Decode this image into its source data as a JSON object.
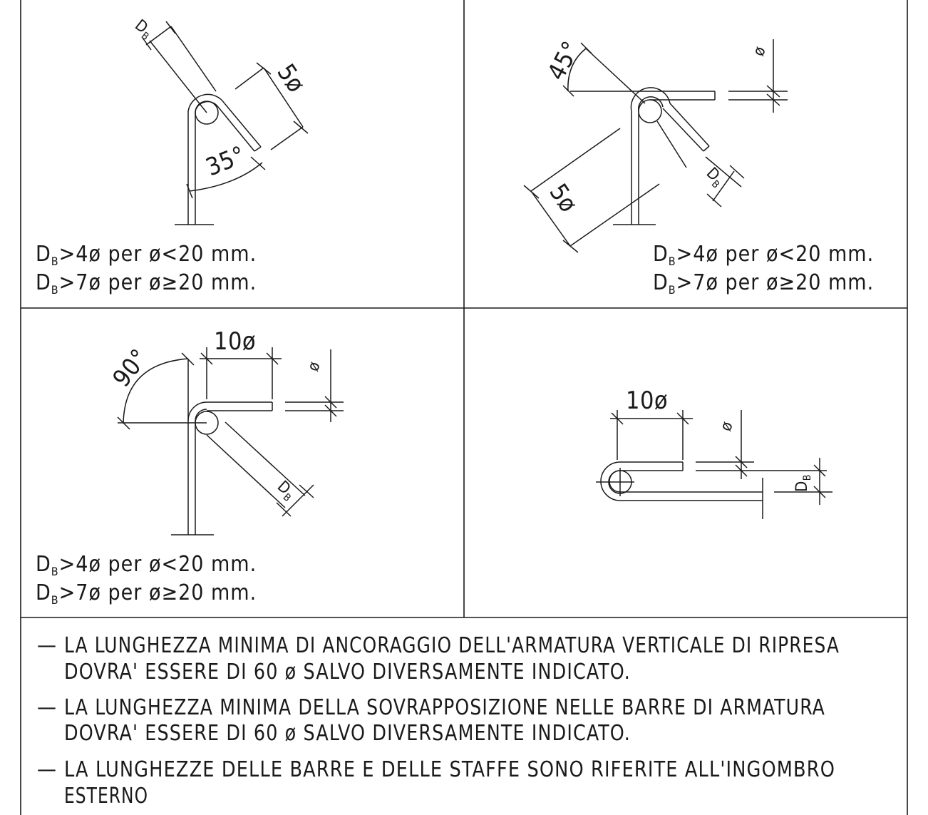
{
  "colors": {
    "ink": "#1a1a1a",
    "paper": "#ffffff"
  },
  "symbols": {
    "db_main": "D",
    "db_sub": "B",
    "phi": "ø",
    "five_phi": "5ø",
    "ten_phi": "10ø"
  },
  "panels": {
    "p1": {
      "angle": "35°",
      "condition_1": {
        "prefix": "D",
        "sub": "B",
        "rest": ">4ø  per  ø<20  mm."
      },
      "condition_2": {
        "prefix": "D",
        "sub": "B",
        "rest": ">7ø  per  ø≥20  mm."
      }
    },
    "p2": {
      "angle": "45°",
      "condition_1": {
        "prefix": "D",
        "sub": "B",
        "rest": ">4ø  per  ø<20  mm."
      },
      "condition_2": {
        "prefix": "D",
        "sub": "B",
        "rest": ">7ø  per  ø≥20  mm."
      }
    },
    "p3": {
      "angle": "90°",
      "condition_1": {
        "prefix": "D",
        "sub": "B",
        "rest": ">4ø  per  ø<20  mm."
      },
      "condition_2": {
        "prefix": "D",
        "sub": "B",
        "rest": ">7ø  per  ø≥20  mm."
      }
    }
  },
  "notes": [
    {
      "dash": "—",
      "line1": "LA LUNGHEZZA MINIMA DI ANCORAGGIO DELL'ARMATURA VERTICALE DI RIPRESA",
      "line2": "DOVRA' ESSERE DI 60 ø SALVO DIVERSAMENTE INDICATO."
    },
    {
      "dash": "—",
      "line1": "LA LUNGHEZZA MINIMA DELLA SOVRAPPOSIZIONE NELLE BARRE DI ARMATURA",
      "line2": "DOVRA' ESSERE DI 60 ø SALVO DIVERSAMENTE INDICATO."
    },
    {
      "dash": "—",
      "line1": "LA LUNGHEZZE DELLE BARRE E DELLE STAFFE SONO RIFERITE ALL'INGOMBRO",
      "line2": "ESTERNO"
    }
  ]
}
